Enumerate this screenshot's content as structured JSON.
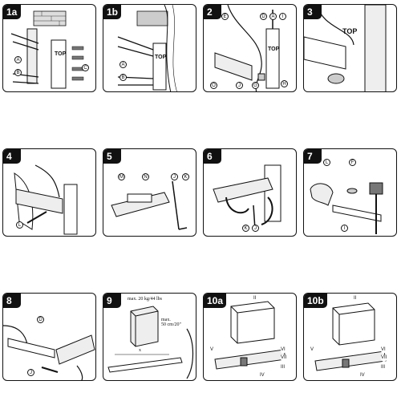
{
  "steps": [
    "1a",
    "1b",
    "2",
    "3",
    "4",
    "5",
    "6",
    "7",
    "8",
    "9",
    "10a",
    "10b"
  ],
  "top_label": "TOP",
  "part_labels": {
    "p1a": [
      "A",
      "B",
      "C"
    ],
    "p1b": [
      "A",
      "B"
    ],
    "p2": [
      "E",
      "D",
      "A",
      "I",
      "J",
      "G",
      "H",
      "O"
    ],
    "p4": [
      "L"
    ],
    "p5": [
      "M",
      "N",
      "J",
      "K"
    ],
    "p6": [
      "K",
      "J"
    ],
    "p7": [
      "L",
      "F",
      "I"
    ],
    "p8": [
      "D",
      "J"
    ],
    "p10a": [
      "II",
      "III",
      "IV",
      "V",
      "VI",
      "VII"
    ],
    "p10b": [
      "II",
      "III",
      "IV",
      "V",
      "VI",
      "VII"
    ]
  },
  "p9": {
    "max_weight": "max. 20 kg/44 lbs",
    "max_depth": "max.\n50 cm/20\"",
    "dim": "x"
  }
}
